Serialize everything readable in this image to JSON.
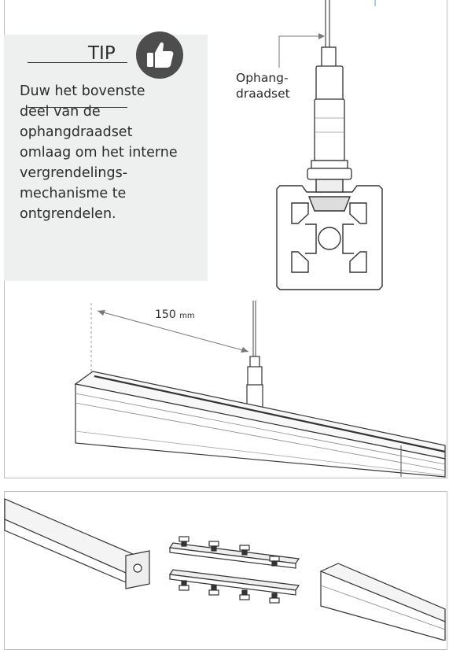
{
  "tip": {
    "title": "TIP",
    "lines": [
      "Duw het bovenste",
      "deel van de",
      "ophangdraadset",
      "omlaag om het interne",
      "vergrendelings-",
      "mechanisme te",
      "ontgrendelen."
    ]
  },
  "labels": {
    "wire_set_line1": "Ophang-",
    "wire_set_line2": "draadset",
    "distance_value": "150",
    "distance_unit": "mm"
  },
  "icons": {
    "tip": "thumbs-up-icon"
  }
}
